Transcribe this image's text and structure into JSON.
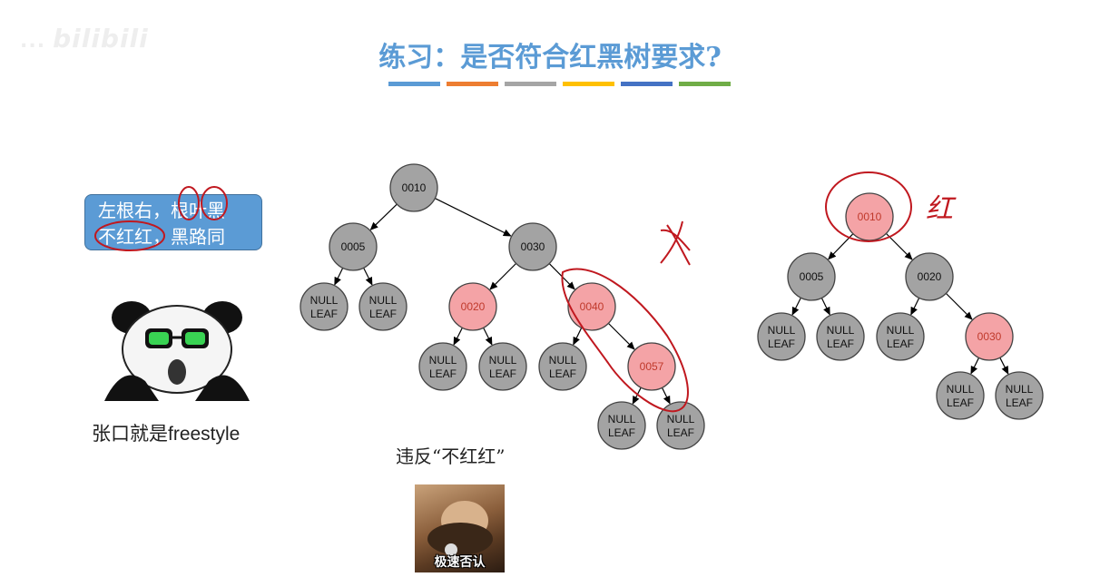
{
  "watermark": {
    "text": "...",
    "brand": "bilibili"
  },
  "title": "练习：是否符合红黑树要求?",
  "color_bar": [
    "#5b9bd5",
    "#ed7d31",
    "#a5a5a5",
    "#ffc000",
    "#4472c4",
    "#70ad47"
  ],
  "bubble": {
    "line1": "左根右，根叶黑",
    "line2": "不红红，黑路同"
  },
  "panda_caption": "张口就是freestyle",
  "violation_caption": "违反“不红红”",
  "meme_caption": "极速否认",
  "annotations": {
    "wrong_mark": "X",
    "red_note": "红"
  },
  "colors": {
    "black_node": "#a3a3a3",
    "red_node": "#f4a3a6",
    "red_node_text": "#c0392b",
    "pen_red": "#c0181f"
  },
  "tree1": {
    "nodes": [
      {
        "id": "n0010",
        "label": "0010",
        "color": "black"
      },
      {
        "id": "n0005",
        "label": "0005",
        "color": "black"
      },
      {
        "id": "n0030",
        "label": "0030",
        "color": "black"
      },
      {
        "id": "nl1",
        "label": "NULL\nLEAF",
        "color": "black"
      },
      {
        "id": "nl2",
        "label": "NULL\nLEAF",
        "color": "black"
      },
      {
        "id": "n0020",
        "label": "0020",
        "color": "red"
      },
      {
        "id": "n0040",
        "label": "0040",
        "color": "red"
      },
      {
        "id": "nl3",
        "label": "NULL\nLEAF",
        "color": "black"
      },
      {
        "id": "nl4",
        "label": "NULL\nLEAF",
        "color": "black"
      },
      {
        "id": "nl5",
        "label": "NULL\nLEAF",
        "color": "black"
      },
      {
        "id": "n0057",
        "label": "0057",
        "color": "red"
      },
      {
        "id": "nl6",
        "label": "NULL\nLEAF",
        "color": "black"
      },
      {
        "id": "nl7",
        "label": "NULL\nLEAF",
        "color": "black"
      }
    ],
    "edges": [
      [
        "n0010",
        "n0005"
      ],
      [
        "n0010",
        "n0030"
      ],
      [
        "n0005",
        "nl1"
      ],
      [
        "n0005",
        "nl2"
      ],
      [
        "n0030",
        "n0020"
      ],
      [
        "n0030",
        "n0040"
      ],
      [
        "n0020",
        "nl3"
      ],
      [
        "n0020",
        "nl4"
      ],
      [
        "n0040",
        "nl5"
      ],
      [
        "n0040",
        "n0057"
      ],
      [
        "n0057",
        "nl6"
      ],
      [
        "n0057",
        "nl7"
      ]
    ]
  },
  "tree2": {
    "nodes": [
      {
        "id": "m0010",
        "label": "0010",
        "color": "red"
      },
      {
        "id": "m0005",
        "label": "0005",
        "color": "black"
      },
      {
        "id": "m0020",
        "label": "0020",
        "color": "black"
      },
      {
        "id": "ml1",
        "label": "NULL\nLEAF",
        "color": "black"
      },
      {
        "id": "ml2",
        "label": "NULL\nLEAF",
        "color": "black"
      },
      {
        "id": "ml3",
        "label": "NULL\nLEAF",
        "color": "black"
      },
      {
        "id": "m0030",
        "label": "0030",
        "color": "red"
      },
      {
        "id": "ml4",
        "label": "NULL\nLEAF",
        "color": "black"
      },
      {
        "id": "ml5",
        "label": "NULL\nLEAF",
        "color": "black"
      }
    ],
    "edges": [
      [
        "m0010",
        "m0005"
      ],
      [
        "m0010",
        "m0020"
      ],
      [
        "m0005",
        "ml1"
      ],
      [
        "m0005",
        "ml2"
      ],
      [
        "m0020",
        "ml3"
      ],
      [
        "m0020",
        "m0030"
      ],
      [
        "m0030",
        "ml4"
      ],
      [
        "m0030",
        "ml5"
      ]
    ]
  }
}
